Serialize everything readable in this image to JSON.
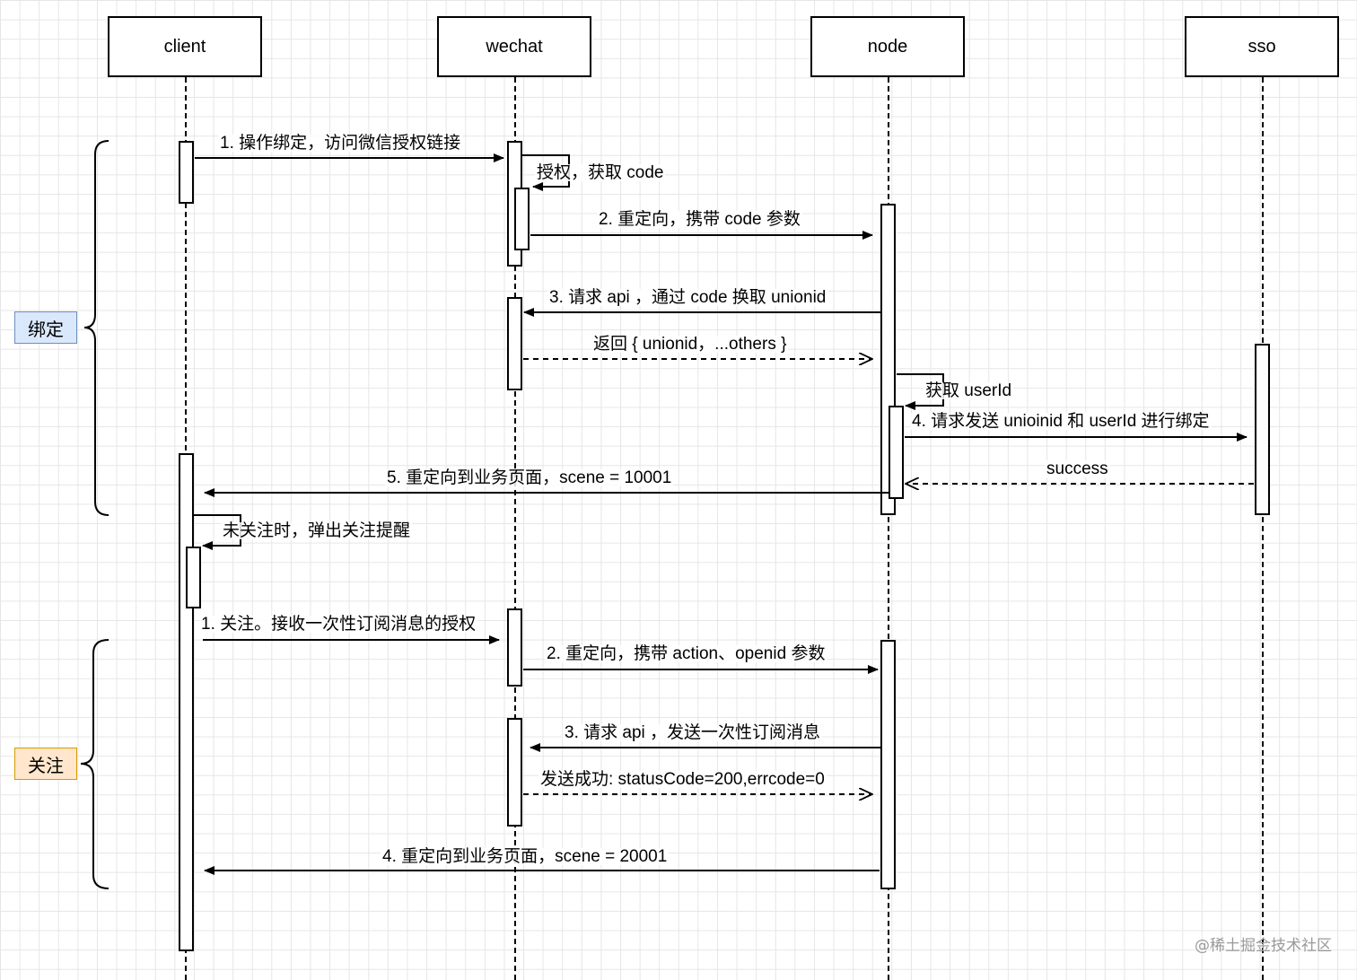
{
  "participants": [
    {
      "id": "client",
      "label": "client"
    },
    {
      "id": "wechat",
      "label": "wechat"
    },
    {
      "id": "node",
      "label": "node"
    },
    {
      "id": "sso",
      "label": "sso"
    }
  ],
  "groups": {
    "bind": {
      "label": "绑定",
      "fill": "#dae8fc",
      "stroke": "#6c8ebf"
    },
    "follow": {
      "label": "关注",
      "fill": "#ffe6cc",
      "stroke": "#d79b00"
    }
  },
  "messages": {
    "bind_1": "1. 操作绑定，访问微信授权链接",
    "bind_auth": "授权，获取 code",
    "bind_2": "2. 重定向，携带 code 参数",
    "bind_3": "3. 请求 api ，通过 code 换取 unionid",
    "bind_return": "返回 { unionid，...others }",
    "bind_userid": "获取 userId",
    "bind_4": "4. 请求发送 unioinid 和 userId 进行绑定",
    "bind_success": "success",
    "bind_5": "5. 重定向到业务页面，scene = 10001",
    "follow_popup": "未关注时，弹出关注提醒",
    "follow_1": "1. 关注。接收一次性订阅消息的授权",
    "follow_2": "2. 重定向，携带 action、openid 参数",
    "follow_3": "3. 请求 api ，发送一次性订阅消息",
    "follow_success": "发送成功: statusCode=200,errcode=0",
    "follow_4": "4. 重定向到业务页面，scene = 20001"
  },
  "watermark": "@稀土掘金技术社区"
}
